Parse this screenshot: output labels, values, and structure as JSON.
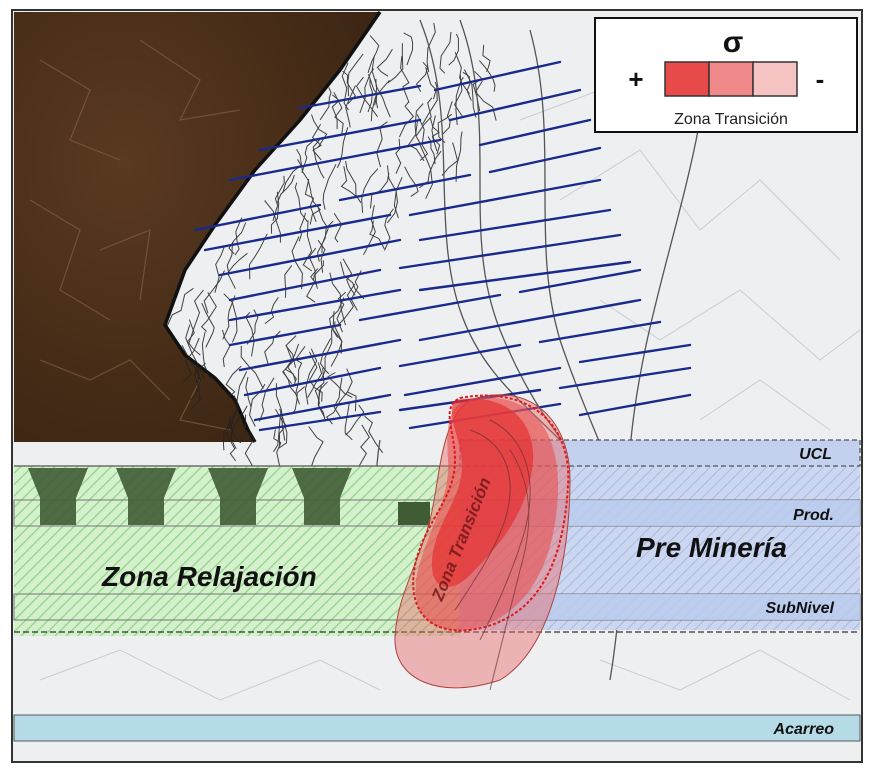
{
  "legend": {
    "symbol": "σ",
    "plus": "+",
    "minus": "-",
    "label": "Zona Transición",
    "swatches": [
      "#e84a4a",
      "#f08a8a",
      "#f6c3c3"
    ]
  },
  "levels": {
    "ucl": "UCL",
    "prod": "Prod.",
    "subnivel": "SubNivel",
    "acarreo": "Acarreo"
  },
  "zones": {
    "relajacion": "Zona Relajación",
    "pre_mineria": "Pre Minería",
    "transicion": "Zona Transición"
  },
  "colors": {
    "cave_rock": "#4a2e18",
    "relaxation_zone": "#b8e6b0",
    "pre_mining_zone": "#b9c9ea",
    "acarreo_band": "#b5dbe6",
    "transition_red": "#e53b3b",
    "fracture_lines": "#1a2a8c"
  }
}
